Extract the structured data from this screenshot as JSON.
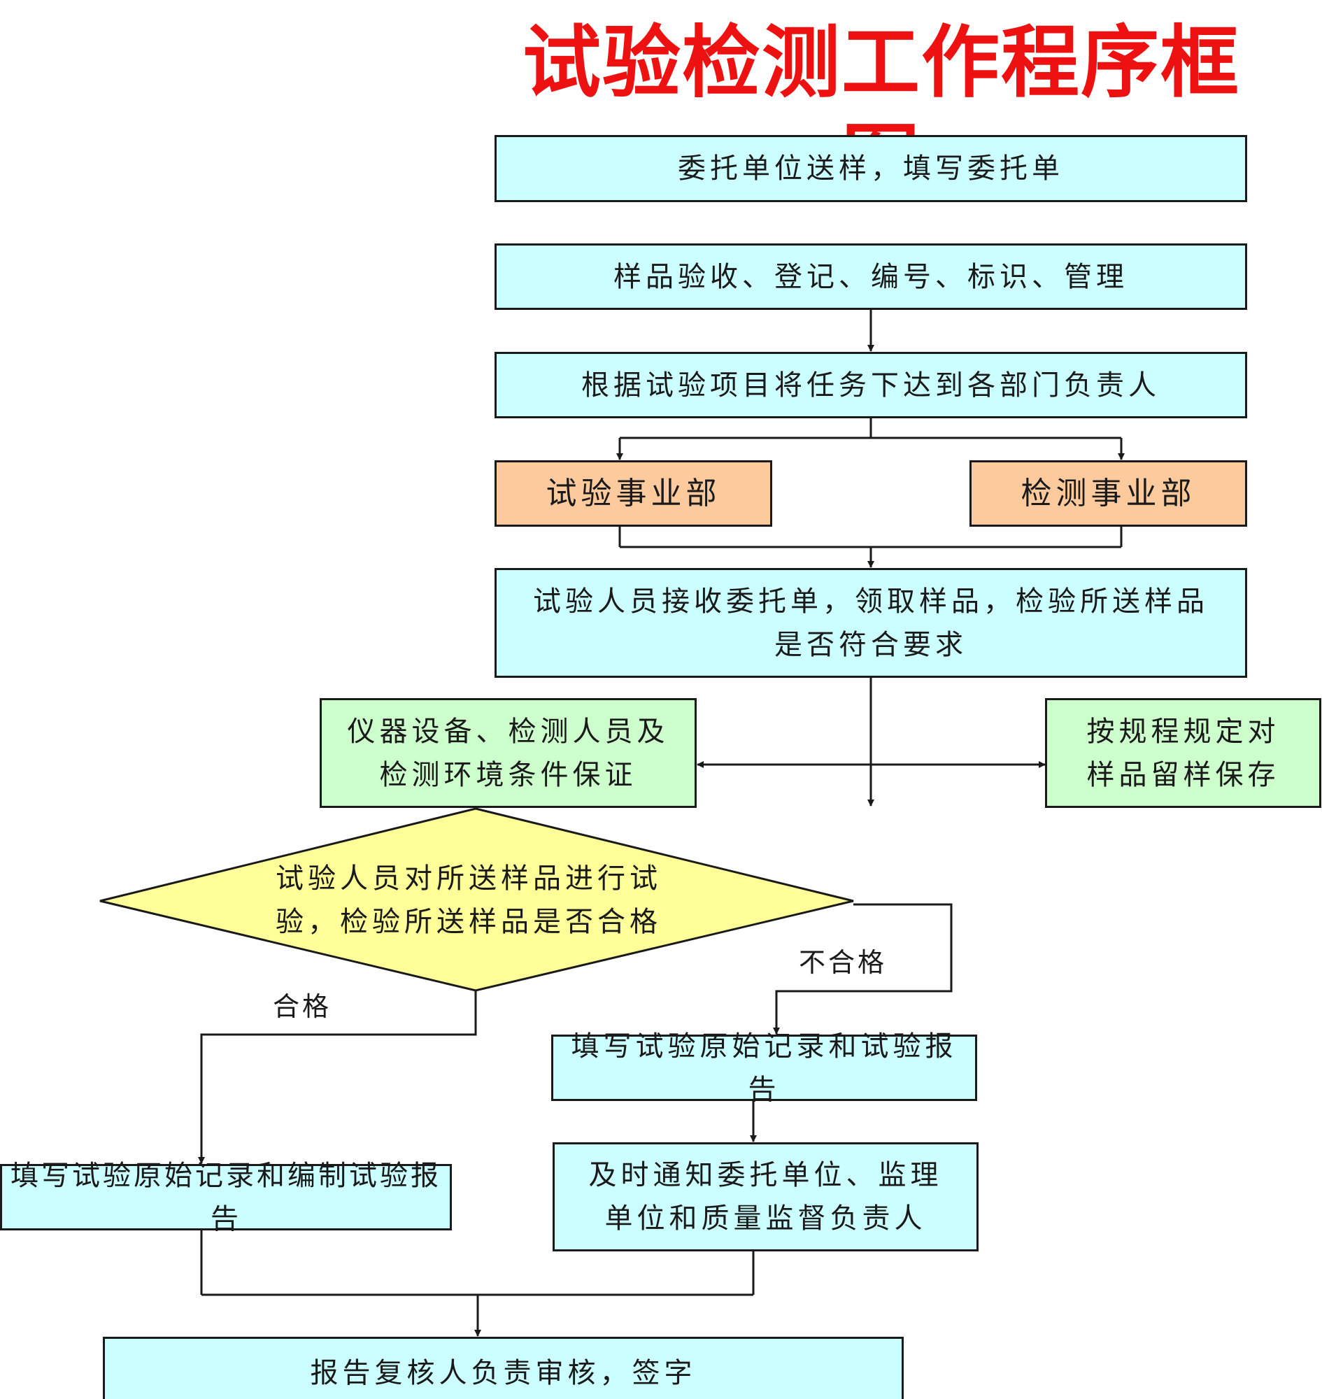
{
  "title": "试验检测工作程序框图",
  "nodes": {
    "entrust": "委托单位送样，填写委托单",
    "sample_accept": "样品验收、登记、编号、标识、管理",
    "assign": "根据试验项目将任务下达到各部门负责人",
    "test_dept": "试验事业部",
    "inspect_dept": "检测事业部",
    "receive": "试验人员接收委托单，领取样品，检验所送样品是否符合要求",
    "equipment": "仪器设备、检测人员及检测环境条件保证",
    "retain": "按规程规定对样品留样保存",
    "decision": "试验人员对所送样品进行试验，检验所送样品是否合格",
    "report_fail": "填写试验原始记录和试验报告",
    "notify": "及时通知委托单位、监理单位和质量监督负责人",
    "report_pass": "填写试验原始记录和编制试验报告",
    "review": "报告复核人负责审核，签字"
  },
  "edges": {
    "pass_label": "合格",
    "fail_label": "不合格"
  },
  "colors": {
    "title": "#ee1111",
    "process": "#ccffff",
    "department": "#fcca9c",
    "support": "#ccffcc",
    "decision": "#ffff99",
    "line": "#1a1a1a"
  }
}
